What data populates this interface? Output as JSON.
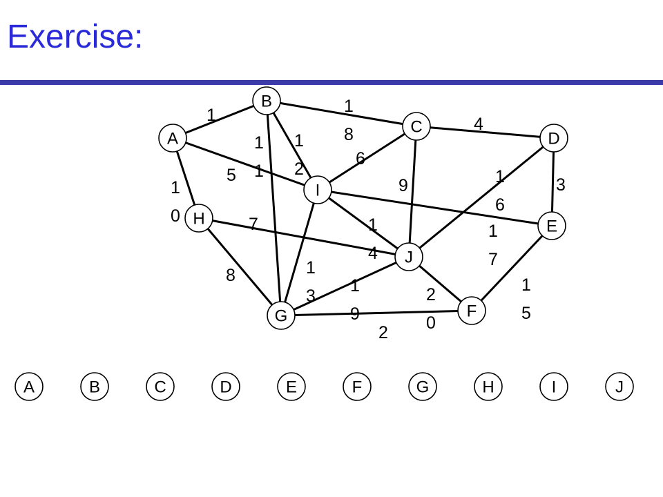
{
  "title": "Exercise:",
  "nodes": [
    "A",
    "B",
    "C",
    "D",
    "E",
    "F",
    "G",
    "H",
    "I",
    "J"
  ],
  "edges": [
    {
      "from": "A",
      "to": "B",
      "weight": "1"
    },
    {
      "from": "B",
      "to": "C",
      "weight": "18"
    },
    {
      "from": "C",
      "to": "D",
      "weight": "4"
    },
    {
      "from": "D",
      "to": "E",
      "weight": "3"
    },
    {
      "from": "A",
      "to": "I",
      "weight": "5"
    },
    {
      "from": "B",
      "to": "I",
      "weight": "12"
    },
    {
      "from": "B",
      "to": "G",
      "weight": "11"
    },
    {
      "from": "A",
      "to": "H",
      "weight": "10"
    },
    {
      "from": "C",
      "to": "I",
      "weight": "6"
    },
    {
      "from": "C",
      "to": "J",
      "weight": "9"
    },
    {
      "from": "D",
      "to": "J",
      "weight": "16"
    },
    {
      "from": "I",
      "to": "E",
      "weight": "17"
    },
    {
      "from": "I",
      "to": "J",
      "weight": "14"
    },
    {
      "from": "I",
      "to": "G",
      "weight": "13"
    },
    {
      "from": "H",
      "to": "J",
      "weight": "7"
    },
    {
      "from": "H",
      "to": "G",
      "weight": "8"
    },
    {
      "from": "G",
      "to": "J",
      "weight": "19"
    },
    {
      "from": "J",
      "to": "F",
      "weight": "20"
    },
    {
      "from": "G",
      "to": "F",
      "weight": "2"
    },
    {
      "from": "E",
      "to": "F",
      "weight": "15"
    }
  ],
  "sequence": [
    "A",
    "B",
    "C",
    "D",
    "E",
    "F",
    "G",
    "H",
    "I",
    "J"
  ]
}
